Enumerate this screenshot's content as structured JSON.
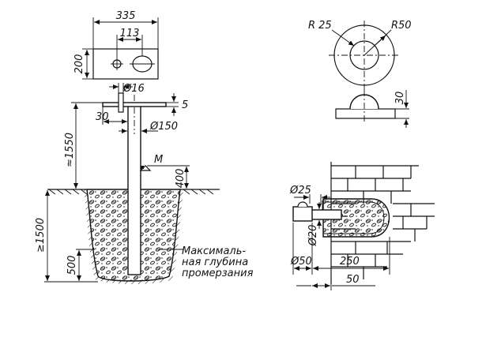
{
  "dimensions": {
    "plate_width": "335",
    "hole_offset": "113",
    "plate_height": "200",
    "bolt_diameter": "Ø16",
    "plate_thickness": "5",
    "plate_offset": "30",
    "pipe_diameter": "Ø150",
    "above_ground": "≈1550",
    "mark_height": "400",
    "depth": "≥1500",
    "frost_margin": "500",
    "outer_radius": "R50",
    "inner_radius": "R 25",
    "cap_height": "30",
    "wall_diameter_small": "Ø25",
    "wall_diameter_20": "Ø20",
    "wall_diameter_50": "Ø50",
    "wall_length": "250",
    "wall_offset": "50"
  },
  "labels": {
    "mark": "М",
    "frost_line1": "Максималь-",
    "frost_line2": "ная глубина",
    "frost_line3": "промерзания"
  }
}
